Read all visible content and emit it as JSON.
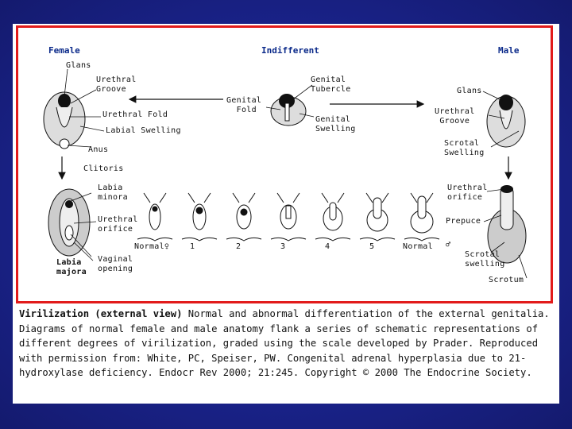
{
  "figure": {
    "headers": {
      "female": "Female",
      "indifferent": "Indifferent",
      "male": "Male"
    },
    "female_top": {
      "glans": "Glans",
      "urethral_groove": "Urethral\nGroove",
      "urethral_fold": "Urethral Fold",
      "labial_swelling": "Labial Swelling",
      "anus": "Anus"
    },
    "indifferent": {
      "genital_fold": "Genital\n  Fold",
      "genital_tubercle": "Genital\nTubercle",
      "genital_swelling": "Genital\nSwelling"
    },
    "male_top": {
      "glans": "Glans",
      "urethral_groove": "Urethral\n Groove",
      "scrotal_swelling": "Scrotal\nSwelling"
    },
    "female_bottom": {
      "clitoris": "Clitoris",
      "labia_minora": "Labia\nminora",
      "urethral_orifice": "Urethral\norifice",
      "labia_majora": "Labia\nmajora",
      "vaginal_opening": "Vaginal\nopening"
    },
    "male_bottom": {
      "urethral_orifice": "Urethral\norifice",
      "prepuce": "Prepuce",
      "scrotal_swelling": "Scrotal\nswelling",
      "scrotum": "Scrotum"
    },
    "prader_scale": [
      "Normal♀",
      "1",
      "2",
      "3",
      "4",
      "5",
      "Normal",
      "♂"
    ]
  },
  "caption": {
    "title": "Virilization (external view)",
    "text": " Normal and abnormal differentiation of the external genitalia. Diagrams of normal female and male anatomy flank a series of schematic representations of different degrees of virilization, graded using the scale developed by Prader. Reproduced with permission from: White, PC, Speiser, PW. Congenital adrenal hyperplasia due to 21-hydroxylase deficiency. Endocr Rev 2000; 21:245. Copyright © 2000 The Endocrine Society."
  }
}
